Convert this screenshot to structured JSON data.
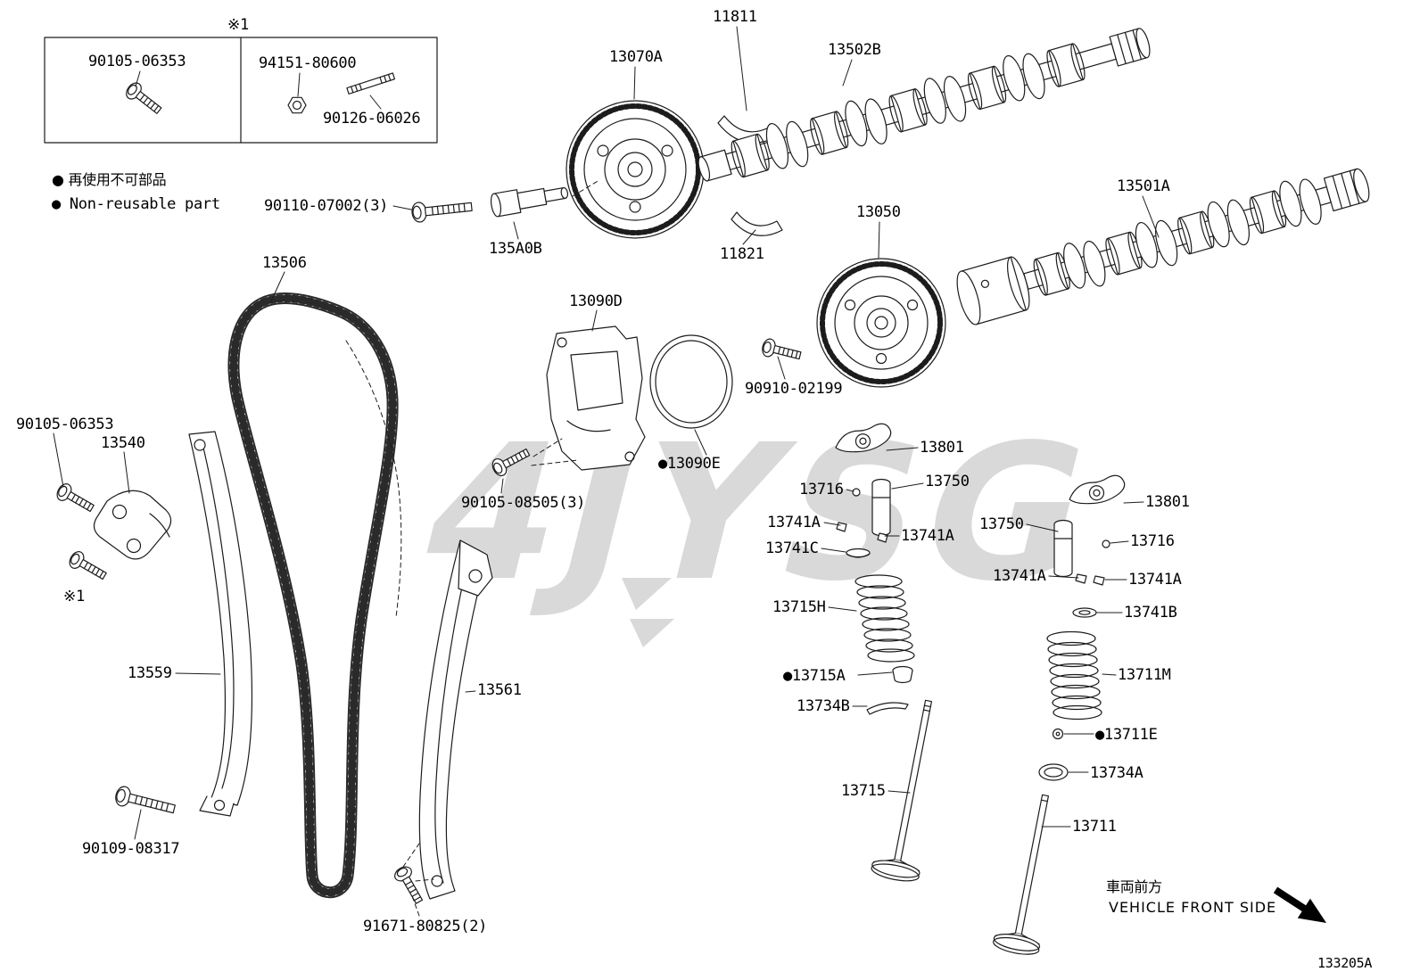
{
  "page": {
    "code": "133205A"
  },
  "ref_marks": {
    "inset_ref": "※1",
    "bolt_ref": "※1"
  },
  "inset": {
    "bolt_part": "90105-06353",
    "nut_part": "94151-80600",
    "stud_part": "90126-06026"
  },
  "legend": {
    "jp": "● 再使用不可部品",
    "en": "● Non-reusable part"
  },
  "front": {
    "jp": "車両前方",
    "en": "VEHICLE FRONT SIDE"
  },
  "watermark": {
    "text": "4JYSG"
  },
  "labels": [
    {
      "part": "11811"
    },
    {
      "part": "13070A"
    },
    {
      "part": "13502B"
    },
    {
      "part": "13501A"
    },
    {
      "part": "90110-07002(3)"
    },
    {
      "part": "135A0B"
    },
    {
      "part": "13050"
    },
    {
      "part": "11821"
    },
    {
      "part": "13506"
    },
    {
      "part": "13090D"
    },
    {
      "part": "90910-02199"
    },
    {
      "part": "90105-06353"
    },
    {
      "part": "13540"
    },
    {
      "part": "13801"
    },
    {
      "part": "●13090E"
    },
    {
      "part": "13716"
    },
    {
      "part": "13750"
    },
    {
      "part": "90105-08505(3)"
    },
    {
      "part": "13801"
    },
    {
      "part": "13741A"
    },
    {
      "part": "13750"
    },
    {
      "part": "13741A"
    },
    {
      "part": "13741C"
    },
    {
      "part": "13716"
    },
    {
      "part": "13741A"
    },
    {
      "part": "13741A"
    },
    {
      "part": "13741B"
    },
    {
      "part": "13715H"
    },
    {
      "part": "13559"
    },
    {
      "part": "●13715A"
    },
    {
      "part": "13711M"
    },
    {
      "part": "13734B"
    },
    {
      "part": "13561"
    },
    {
      "part": "●13711E"
    },
    {
      "part": "13734A"
    },
    {
      "part": "13715"
    },
    {
      "part": "90109-08317"
    },
    {
      "part": "13711"
    },
    {
      "part": "91671-80825(2)"
    }
  ]
}
